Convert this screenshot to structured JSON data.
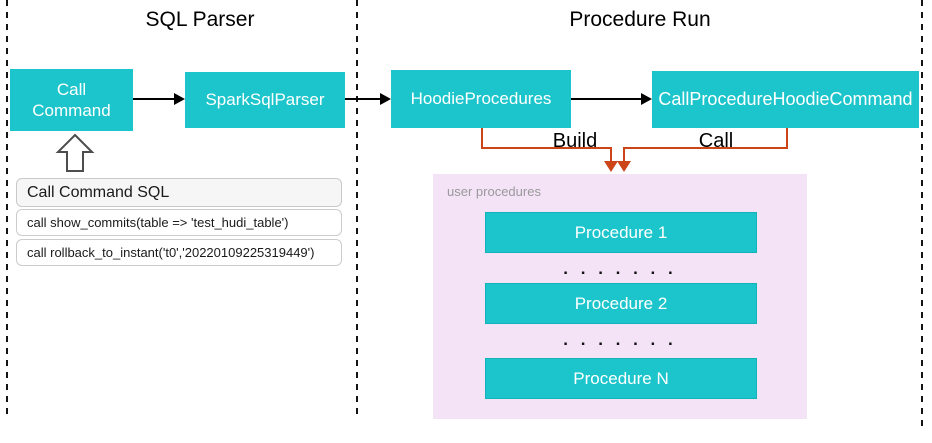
{
  "colors": {
    "node_teal": "#1cc5cb",
    "connector_orange": "#cc4518",
    "panel_purple": "#f4e3f7",
    "muted_gray": "#999999"
  },
  "sections": {
    "sql_parser_title": "SQL Parser",
    "procedure_run_title": "Procedure Run"
  },
  "nodes": {
    "call_command": "Call Command",
    "spark_sql_parser": "SparkSqlParser",
    "hoodie_procedures": "HoodieProcedures",
    "call_procedure_hoodie_command": "CallProcedureHoodieCommand"
  },
  "sql_panel": {
    "header": "Call Command SQL",
    "rows": [
      "call show_commits(table => 'test_hudi_table')",
      "call rollback_to_instant('t0','20220109225319449')"
    ]
  },
  "edges": {
    "build_label": "Build",
    "call_label": "Call"
  },
  "user_procedures": {
    "label": "user procedures",
    "items": [
      "Procedure 1",
      "Procedure 2",
      "Procedure N"
    ],
    "dots": ". . . . . . ."
  }
}
